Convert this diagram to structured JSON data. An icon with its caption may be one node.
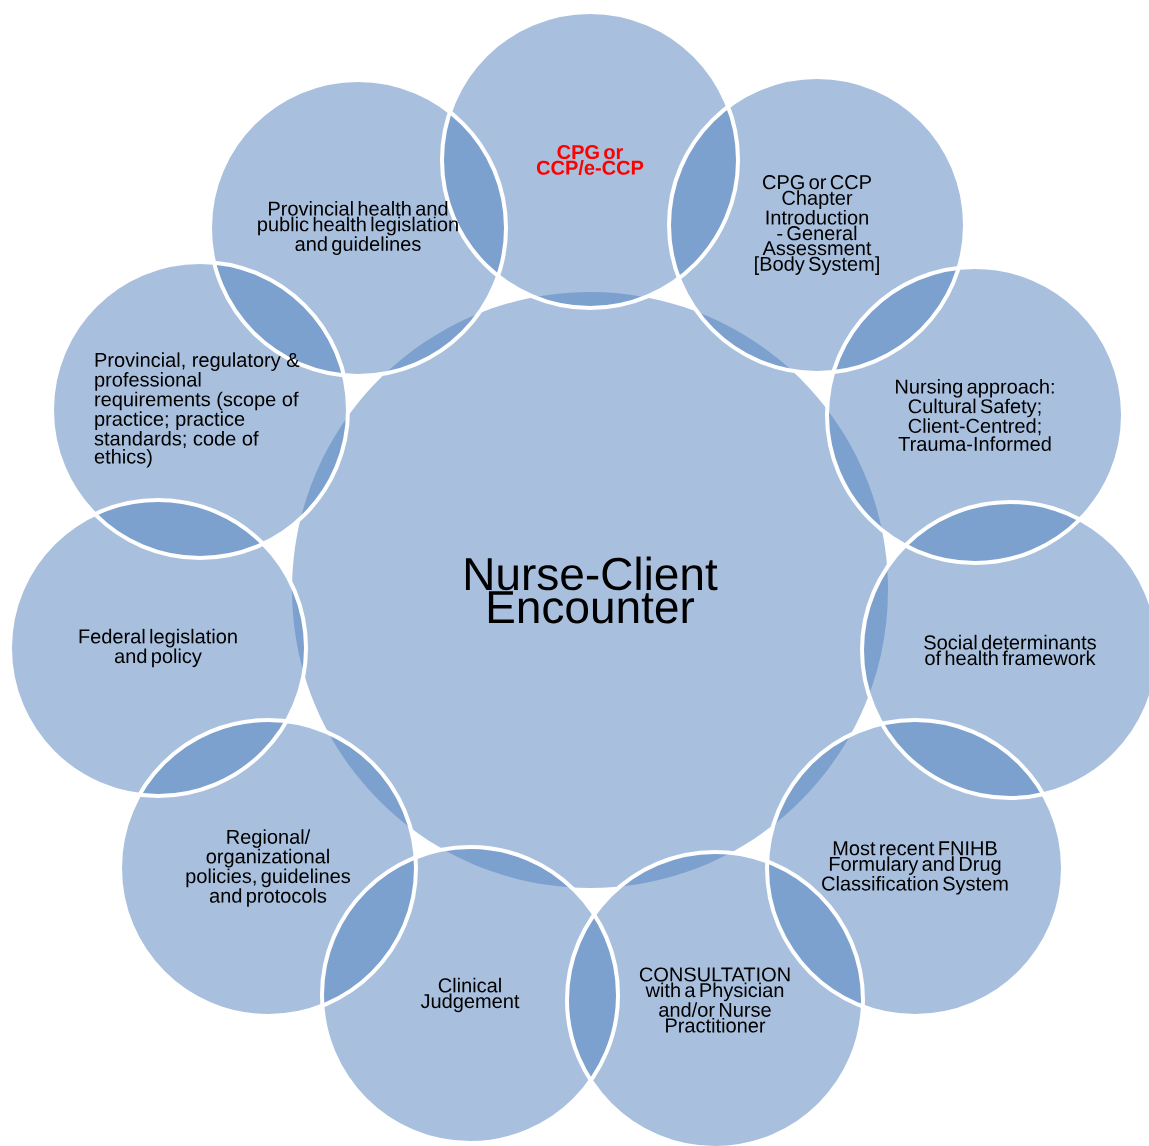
{
  "diagram": {
    "nodes": [
      {
        "text": [
          "Nurse-Client Encounter"
        ]
      },
      {
        "text": [
          "CPG or CCP/e-CCP"
        ]
      },
      {
        "text": [
          "CPG or CCP Chapter Introduction - General Assessment [Body System]"
        ]
      },
      {
        "text": [
          "Nursing approach: Cultural Safety; Client-Centred; Trauma-Informed"
        ]
      },
      {
        "text": [
          "Social determinants of health framework"
        ]
      },
      {
        "text": [
          "Most recent FNIHB Formulary and Drug Classification System"
        ]
      },
      {
        "text": [
          "CONSULTATION with a Physician and/or Nurse Practitioner"
        ]
      },
      {
        "text": [
          "Clinical Judgement"
        ]
      },
      {
        "text": [
          "Regional/ organizational policies, guidelines and protocols"
        ]
      },
      {
        "text": [
          "Federal legislation and policy"
        ]
      },
      {
        "text": [
          "Provincial, regulatory & professional requirements (scope of practice; practice standards; code of ethics)"
        ]
      },
      {
        "text": [
          "Provincial health and public health legislation and guidelines"
        ]
      }
    ]
  }
}
